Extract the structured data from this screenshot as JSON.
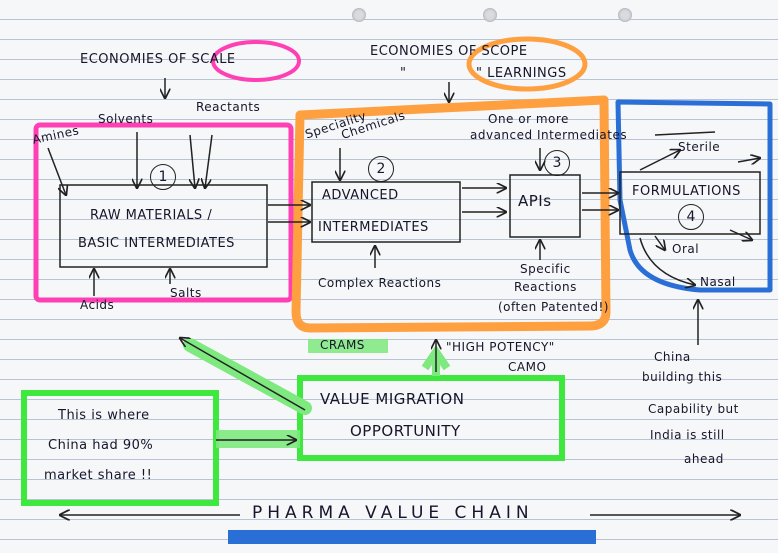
{
  "diagram": {
    "scale_label": "ECONOMIES OF SCALE",
    "scope_label": "ECONOMIES OF SCOPE",
    "scope_ditto": "\"",
    "scope_learnings": "\" LEARNINGS",
    "inputs": {
      "amines": "Amines",
      "solvents": "Solvents",
      "reactants": "Reactants",
      "acids": "Acids",
      "salts": "Salts"
    },
    "stage1": {
      "number": "1",
      "label_line1": "RAW MATERIALS /",
      "label_line2": "BASIC INTERMEDIATES"
    },
    "stage2": {
      "number": "2",
      "label_line1": "ADVANCED",
      "label_line2": "INTERMEDIATES",
      "top_note_line1": "Speciality",
      "top_note_line2": "Chemicals",
      "bottom_note": "Complex Reactions"
    },
    "stage3": {
      "number": "3",
      "label": "APIs",
      "top_note_line1": "One or more",
      "top_note_line2": "advanced Intermediates",
      "bottom_note_line1": "Specific",
      "bottom_note_line2": "Reactions",
      "bottom_note_line3": "(often Patented!)"
    },
    "stage4": {
      "number": "4",
      "label": "FORMULATIONS",
      "outputs": [
        "Sterile",
        "Oral",
        "Nasal"
      ]
    },
    "crams": "CRAMS",
    "high_potency_line1": "\"HIGH POTENCY\"",
    "high_potency_line2": "CAMO",
    "value_migration_line1": "VALUE MIGRATION",
    "value_migration_line2": "OPPORTUNITY",
    "china_note_line1": "This is where",
    "china_note_line2": "China had 90%",
    "china_note_line3": "market share !!",
    "right_note_line1": "China",
    "right_note_line2": "building this",
    "right_note_line3": "Capability but",
    "right_note_line4": "India is still",
    "right_note_line5": "ahead",
    "footer_title": "PHARMA VALUE CHAIN",
    "colors": {
      "pink": "#ff3fb4",
      "orange": "#ffa040",
      "blue": "#2a6fd6",
      "green": "#3fe83f",
      "ink": "#16162a"
    }
  }
}
